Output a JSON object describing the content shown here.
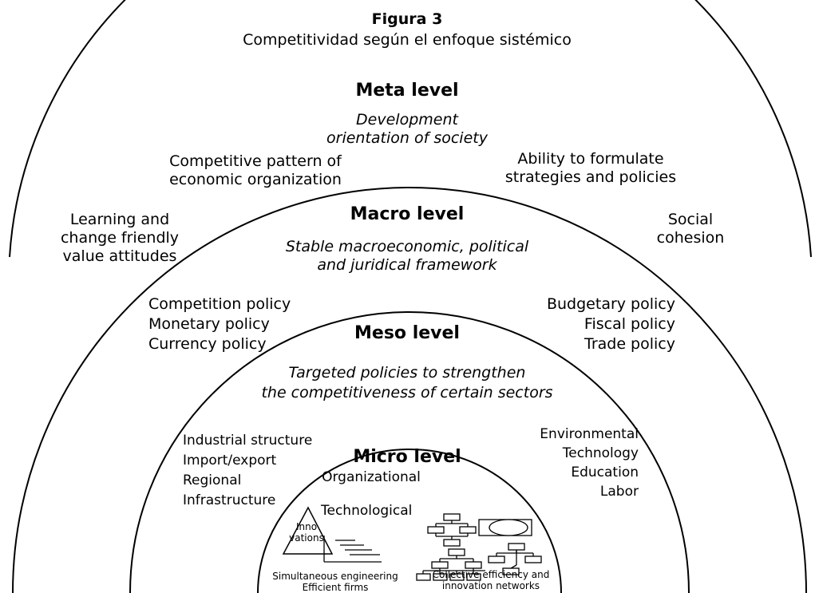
{
  "header": {
    "figure_label": "Figura 3",
    "title": "Competitividad según el enfoque sistémico"
  },
  "meta": {
    "level": "Meta level",
    "orientation": [
      "Development",
      "orientation of society"
    ],
    "competitive_pattern": [
      "Competitive pattern of",
      "economic organization"
    ],
    "ability": [
      "Ability to formulate",
      "strategies and policies"
    ],
    "learning": [
      "Learning and",
      "change friendly",
      "value attitudes"
    ],
    "cohesion": [
      "Social",
      "cohesion"
    ]
  },
  "macro": {
    "level": "Macro level",
    "framework": [
      "Stable macroeconomic, political",
      "and juridical framework"
    ],
    "left_policies": [
      "Competition policy",
      "Monetary policy",
      "Currency policy"
    ],
    "right_policies": [
      "Budgetary policy",
      "Fiscal policy",
      "Trade policy"
    ]
  },
  "meso": {
    "level": "Meso level",
    "targeted": [
      "Targeted policies to strengthen",
      "the competitiveness of certain sectors"
    ],
    "left_items": [
      "Industrial structure",
      "Import/export",
      "Regional",
      "Infrastructure"
    ],
    "right_items": [
      "Environmental",
      "Technology",
      "Education",
      "Labor"
    ]
  },
  "micro": {
    "level": "Micro level",
    "organizational": "Organizational",
    "technological": "Technological",
    "innovations": [
      "Inno",
      "vations"
    ],
    "simultaneous": [
      "Simultaneous engineering",
      "Efficient firms"
    ],
    "collective": [
      "Collective efficiency and",
      "innovation networks"
    ]
  }
}
